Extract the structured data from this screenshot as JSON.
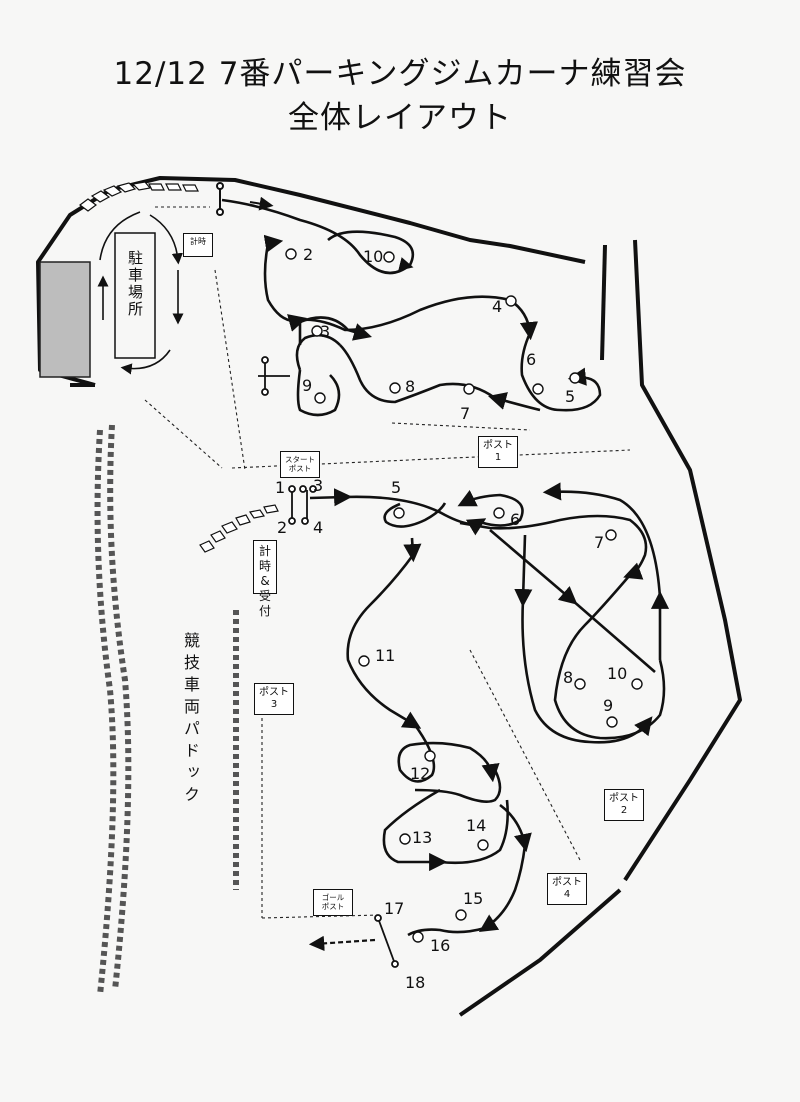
{
  "title": {
    "line1": "12/12 7番パーキングジムカーナ練習会",
    "line2": "全体レイアウト"
  },
  "labels": {
    "parking": "駐車場所",
    "paddock": "競技車両パドック",
    "keiji_top": "計時",
    "start_post_1": "スタート",
    "start_post_2": "ポスト",
    "timing_reception_1": "計時",
    "timing_reception_2": "&",
    "timing_reception_3": "受付",
    "post1_a": "ポスト",
    "post1_b": "1",
    "post2_a": "ポスト",
    "post2_b": "2",
    "post3_a": "ポスト",
    "post3_b": "3",
    "post4_a": "ポスト",
    "post4_b": "4",
    "goal_post_1": "ゴール",
    "goal_post_2": "ポスト"
  },
  "upper_course_numbers": [
    "2",
    "10",
    "4",
    "3",
    "6",
    "9",
    "8",
    "7",
    "5"
  ],
  "lower_course_numbers": [
    "1",
    "3",
    "2",
    "4",
    "5",
    "6",
    "7",
    "11",
    "8",
    "10",
    "9",
    "12",
    "13",
    "14",
    "15",
    "17",
    "16",
    "18"
  ]
}
